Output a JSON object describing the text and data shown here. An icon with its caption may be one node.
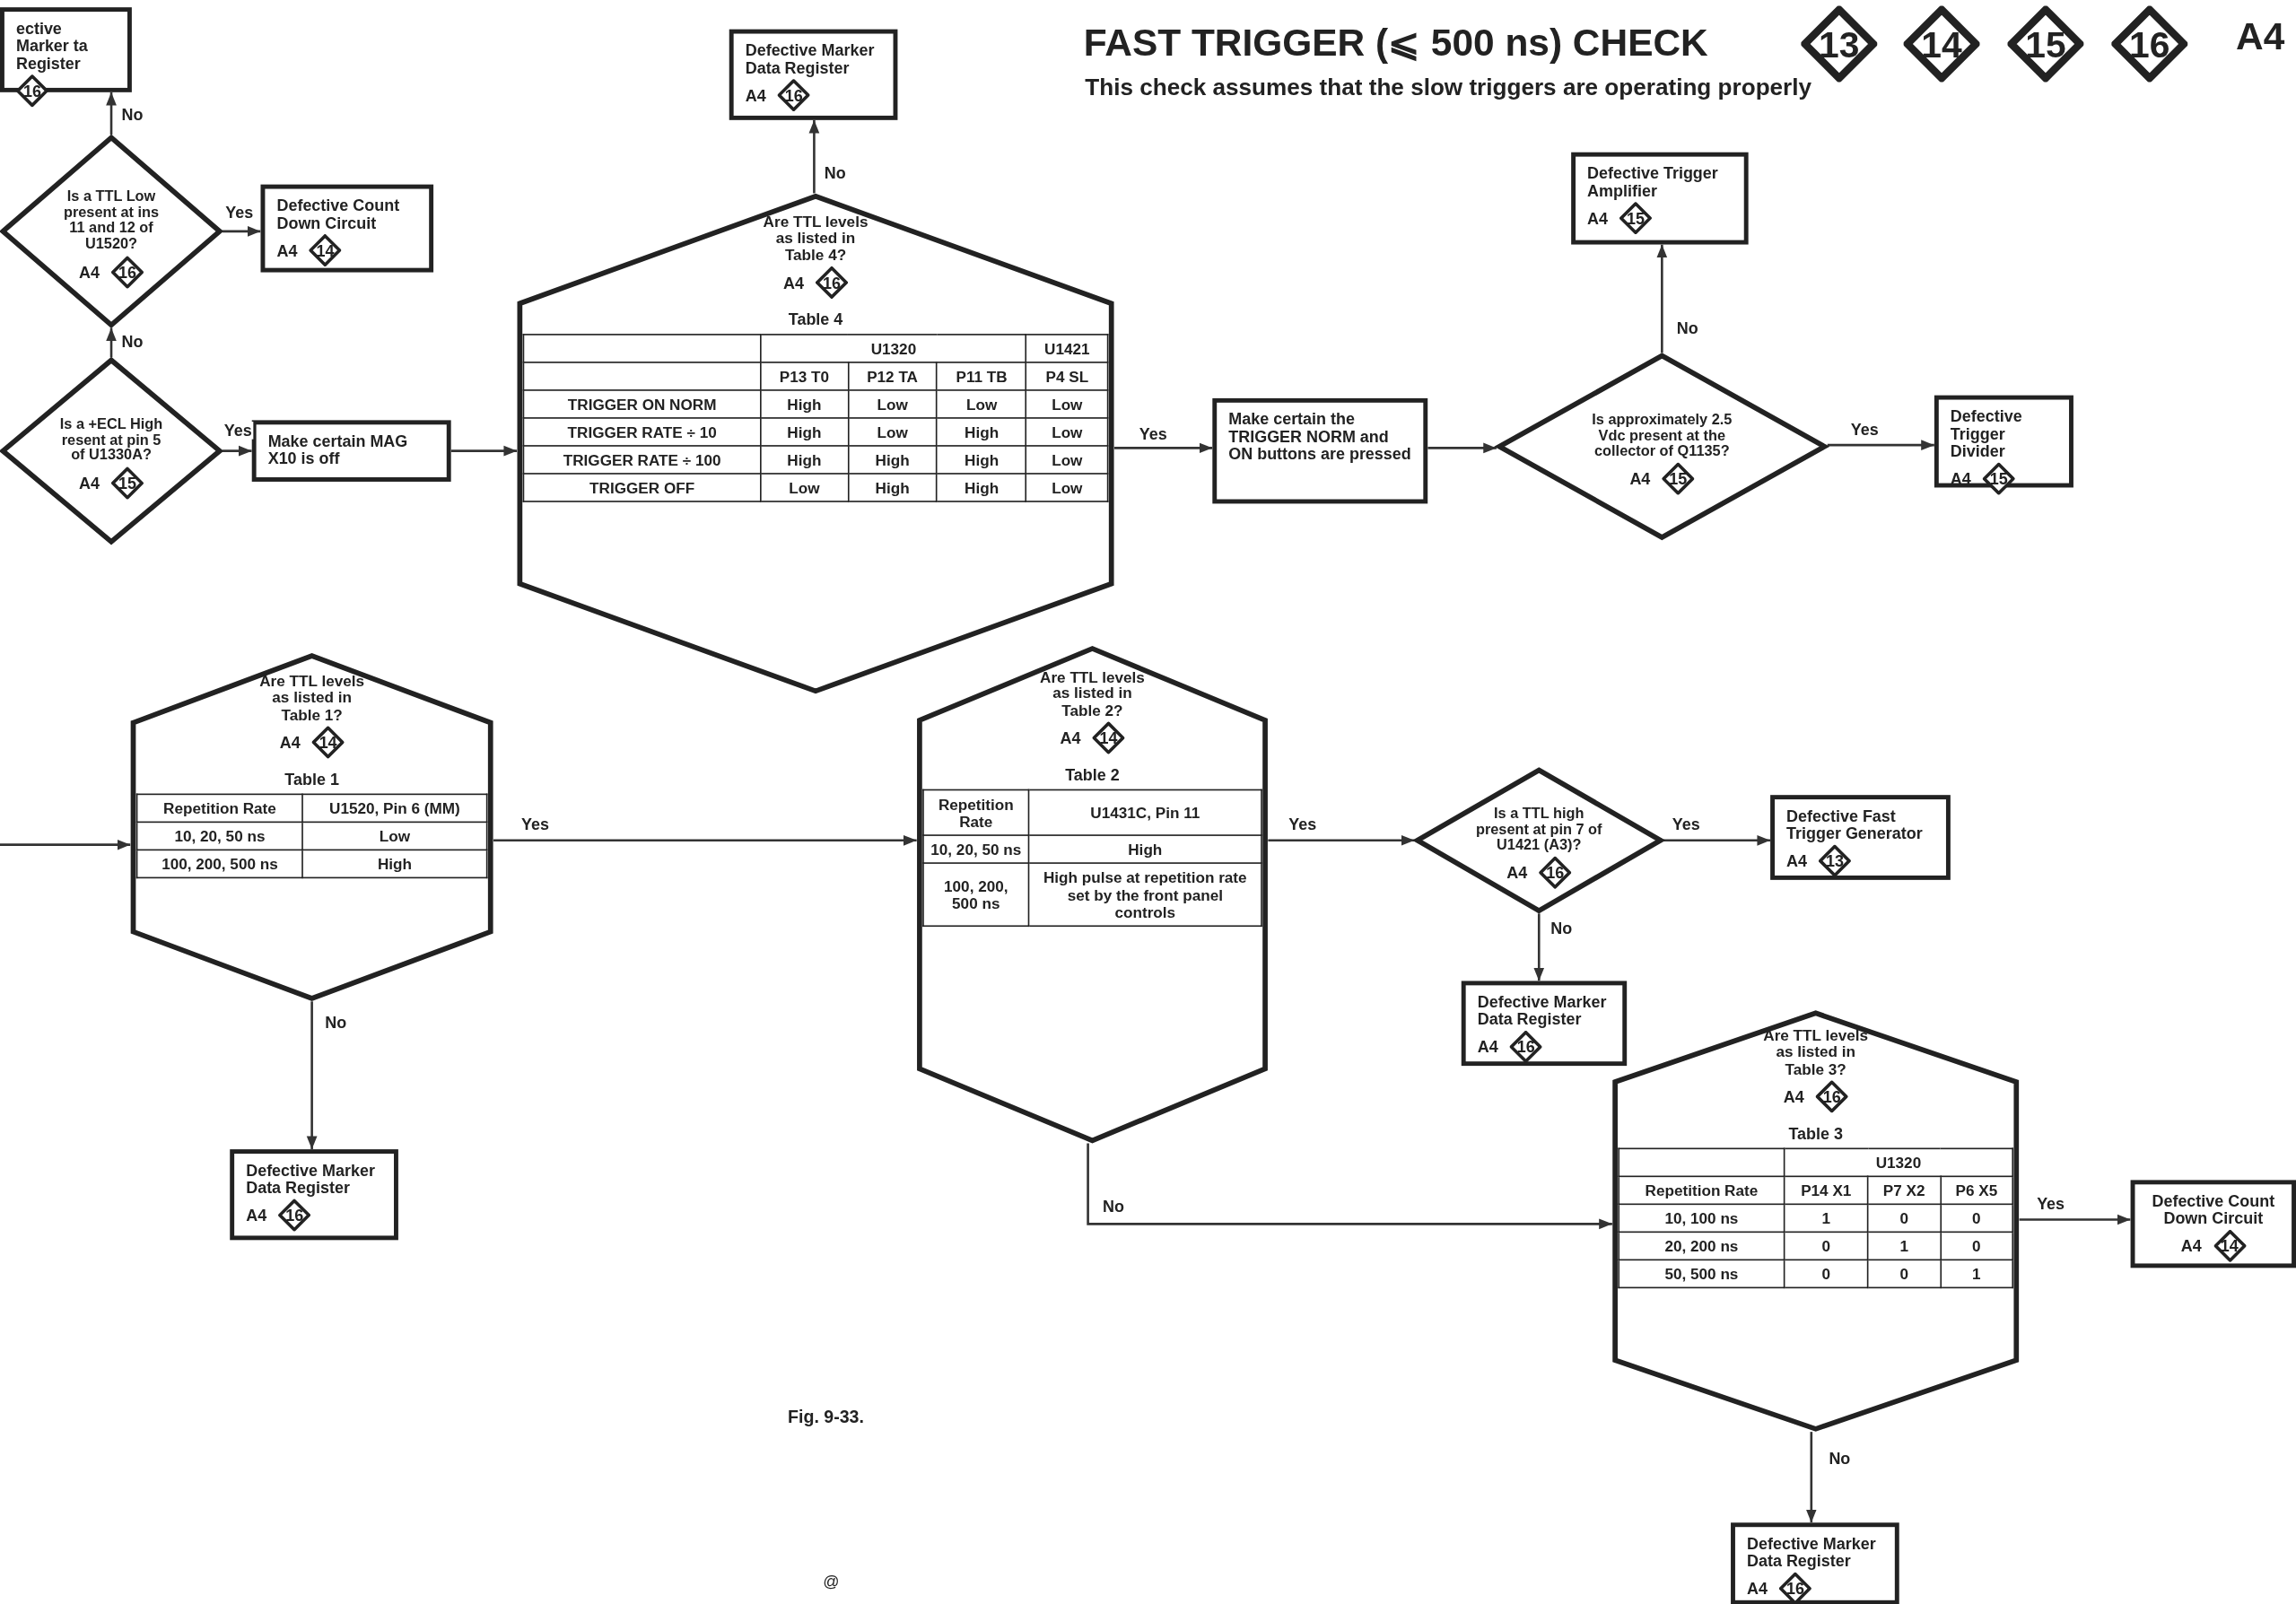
{
  "diagram": {
    "title": "FAST TRIGGER (⩽ 500 ns) CHECK",
    "nodes": [
      {
        "text": [
          "ective Marker ta Register",
          "16"
        ]
      },
      {
        "text": [
          "Is a TTL Low present at ins 11 and 12 of U1520?",
          "A4",
          "16"
        ]
      },
      {
        "text": [
          "Defective Count Down Circuit",
          "A4",
          "14"
        ]
      },
      {
        "text": [
          "Is a +ECL High resent at pin 5 of U1330A?",
          "A4",
          "15"
        ]
      },
      {
        "text": [
          "Make certain MAG X10 is off"
        ]
      },
      {
        "text": [
          "Defective Marker Data Register",
          "A4",
          "16"
        ]
      },
      {
        "text": [
          "Are TTL levels as listed in Table 4?",
          "A4",
          "16",
          "Table 4",
          "U1320",
          "U1421",
          "P13 T0",
          "P12 TA",
          "P11 TB",
          "P4 SL",
          "TRIGGER ON NORM",
          "High",
          "Low",
          "Low",
          "Low",
          "TRIGGER RATE ÷ 10",
          "High",
          "Low",
          "High",
          "Low",
          "TRIGGER RATE ÷ 100",
          "High",
          "High",
          "High",
          "Low",
          "TRIGGER OFF",
          "Low",
          "High",
          "High",
          "Low"
        ]
      },
      {
        "text": [
          "Make certain the TRIGGER NORM and ON buttons are pressed"
        ]
      },
      {
        "text": [
          "Defective Trigger Amplifier",
          "A4",
          "15"
        ]
      },
      {
        "text": [
          "Is approximately 2.5 Vdc present at the collector of Q1135?",
          "A4",
          "15"
        ]
      },
      {
        "text": [
          "Defective Trigger Divider",
          "A4",
          "15"
        ]
      },
      {
        "text": [
          "Are TTL levels as listed in Table 1?",
          "A4",
          "14",
          "Table 1",
          "Repetition Rate",
          "U1520, Pin 6 (MM)",
          "10, 20, 50 ns",
          "Low",
          "100, 200, 500 ns",
          "High"
        ]
      },
      {
        "text": [
          "Are TTL levels as listed in Table 2?",
          "A4",
          "14",
          "Table 2",
          "Repetition Rate",
          "U1431C, Pin 11",
          "10, 20, 50 ns",
          "High",
          "100, 200, 500 ns",
          "High pulse at repetition rate set by the front panel controls"
        ]
      },
      {
        "text": [
          "Is a TTL high present at pin 7 of U1421 (A3)?",
          "A4",
          "16"
        ]
      },
      {
        "text": [
          "Defective Fast Trigger Generator",
          "A4",
          "13"
        ]
      },
      {
        "text": [
          "Defective Marker Data Register",
          "A4",
          "16"
        ]
      },
      {
        "text": [
          "Defective Marker Data Register",
          "A4",
          "16"
        ]
      },
      {
        "text": [
          "Are TTL levels as listed in Table 3?",
          "A4",
          "16",
          "Table 3",
          "U1320",
          "Repetition Rate",
          "P14 X1",
          "P7 X2",
          "P6 X5",
          "10, 100 ns",
          "1",
          "0",
          "0",
          "20, 200 ns",
          "0",
          "1",
          "0",
          "50, 500 ns",
          "0",
          "0",
          "1"
        ]
      },
      {
        "text": [
          "Defective Count Down Circuit",
          "A4",
          "14"
        ]
      },
      {
        "text": [
          "Defective Marker Data Register",
          "A4",
          "16"
        ]
      }
    ],
    "edges": [
      {
        "from": 1,
        "to": 0,
        "arrow": "to",
        "label": "No"
      },
      {
        "from": 1,
        "to": 2,
        "arrow": "to",
        "label": "Yes"
      },
      {
        "from": 3,
        "to": 1,
        "arrow": "to",
        "label": "No"
      },
      {
        "from": 3,
        "to": 4,
        "arrow": "to",
        "label": "Yes"
      },
      {
        "from": 4,
        "to": 6,
        "arrow": "to"
      },
      {
        "from": 6,
        "to": 5,
        "arrow": "to",
        "label": "No"
      },
      {
        "from": 6,
        "to": 7,
        "arrow": "to",
        "label": "Yes"
      },
      {
        "from": 7,
        "to": 9,
        "arrow": "to"
      },
      {
        "from": 9,
        "to": 8,
        "arrow": "to",
        "label": "No"
      },
      {
        "from": 9,
        "to": 10,
        "arrow": "to",
        "label": "Yes"
      },
      {
        "from": null,
        "to": 11,
        "arrow": "to"
      },
      {
        "from": 11,
        "to": 12,
        "arrow": "to",
        "label": "Yes"
      },
      {
        "from": 11,
        "to": 16,
        "arrow": "to",
        "label": "No"
      },
      {
        "from": 12,
        "to": 13,
        "arrow": "to",
        "label": "Yes"
      },
      {
        "from": 12,
        "to": 17,
        "arrow": "to",
        "label": "No"
      },
      {
        "from": 13,
        "to": 14,
        "arrow": "to",
        "label": "Yes"
      },
      {
        "from": 13,
        "to": 15,
        "arrow": "to",
        "label": "No"
      },
      {
        "from": 17,
        "to": 18,
        "arrow": "to",
        "label": "Yes"
      },
      {
        "from": 17,
        "to": 19,
        "arrow": "to",
        "label": "No"
      }
    ],
    "labels": [
      "13",
      "14",
      "15",
      "16",
      "A4",
      "This check assumes that the slow triggers are operating properly",
      "Fig. 9-33.",
      "@"
    ]
  }
}
